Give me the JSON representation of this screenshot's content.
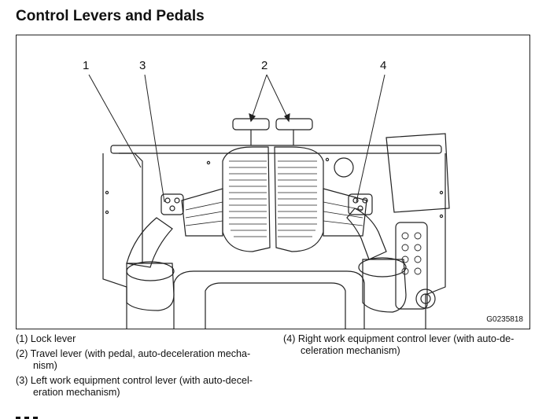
{
  "title": "Control Levers and Pedals",
  "figure": {
    "callouts": [
      "1",
      "2",
      "3",
      "4"
    ],
    "figure_id": "G0235818"
  },
  "captions": [
    "(1) Lock lever",
    "(2) Travel lever (with pedal, auto-deceleration mecha-nism)",
    "(3) Left work equipment control lever (with auto-decel-eration mechanism)",
    "(4) Right work equipment control lever (with auto-de-celeration mechanism)"
  ]
}
